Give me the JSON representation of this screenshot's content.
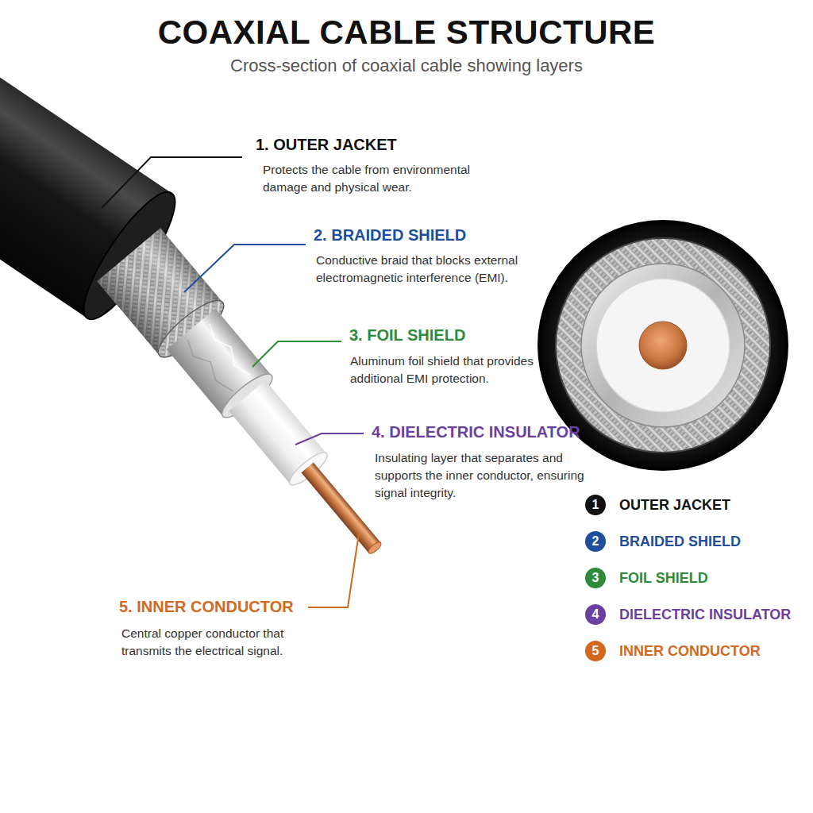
{
  "diagram": {
    "title": "COAXIAL CABLE STRUCTURE",
    "caption": "Cross-section of coaxial cable showing layers",
    "labels": [
      "1. OUTER JACKET",
      "Protects the cable from environmental damage and physical wear.",
      "2. BRAIDED SHIELD",
      "Conductive braid that blocks external electromagnetic interference (EMI).",
      "3. FOIL SHIELD",
      "Aluminum foil shield that provides additional EMI protection.",
      "4. DIELECTRIC INSULATOR",
      "Insulating layer that separates and supports the inner conductor, ensuring signal integrity.",
      "5. INNER CONDUCTOR",
      "Central copper conductor that transmits the electrical signal.",
      "1",
      "2",
      "3",
      "4",
      "5"
    ],
    "legend": [
      {
        "text": "OUTER JACKET",
        "color": "#111111"
      },
      {
        "text": "BRAIDED SHIELD",
        "color": "#1f4e9c"
      },
      {
        "text": "FOIL SHIELD",
        "color": "#2e8b3a"
      },
      {
        "text": "DIELECTRIC INSULATOR",
        "color": "#6a3fa0"
      },
      {
        "text": "INNER CONDUCTOR",
        "color": "#d2691e"
      }
    ]
  }
}
